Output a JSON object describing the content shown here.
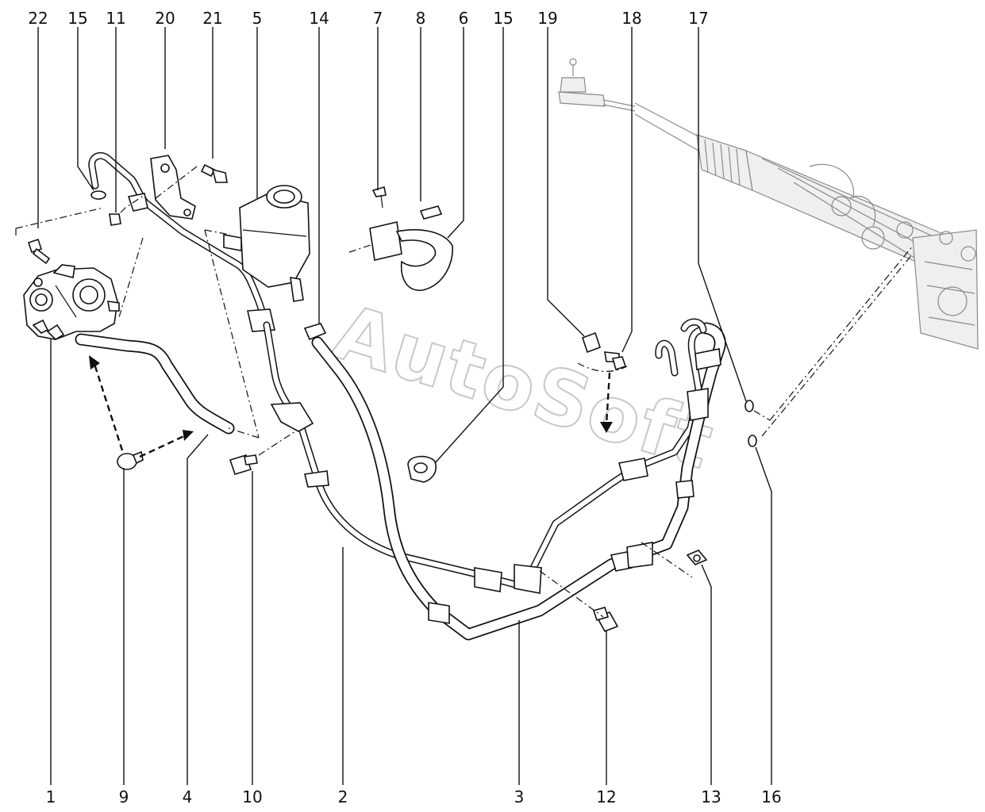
{
  "watermark": "AutoSoft",
  "callouts_top": [
    "22",
    "15",
    "11",
    "20",
    "21",
    "5",
    "14",
    "7",
    "8",
    "6",
    "15",
    "19",
    "18",
    "17"
  ],
  "callouts_bottom": [
    "1",
    "9",
    "4",
    "10",
    "2",
    "3",
    "12",
    "13",
    "16"
  ],
  "parts": [
    {
      "id": "1",
      "name": "power-steering-pump"
    },
    {
      "id": "2",
      "name": "pressure-pipe"
    },
    {
      "id": "3",
      "name": "return-pipe"
    },
    {
      "id": "4",
      "name": "suction-hose"
    },
    {
      "id": "5",
      "name": "fluid-reservoir"
    },
    {
      "id": "6",
      "name": "reservoir-bracket"
    },
    {
      "id": "7",
      "name": "bolt"
    },
    {
      "id": "8",
      "name": "bolt"
    },
    {
      "id": "9",
      "name": "hose-clamp"
    },
    {
      "id": "10",
      "name": "bolt"
    },
    {
      "id": "11",
      "name": "nut"
    },
    {
      "id": "12",
      "name": "bolt"
    },
    {
      "id": "13",
      "name": "nut"
    },
    {
      "id": "14",
      "name": "hose-connector"
    },
    {
      "id": "15",
      "name": "clip"
    },
    {
      "id": "16",
      "name": "o-ring"
    },
    {
      "id": "17",
      "name": "o-ring"
    },
    {
      "id": "18",
      "name": "bolt"
    },
    {
      "id": "19",
      "name": "bracket-clip"
    },
    {
      "id": "20",
      "name": "pipe-bracket"
    },
    {
      "id": "21",
      "name": "bolt"
    },
    {
      "id": "22",
      "name": "bolt"
    }
  ]
}
